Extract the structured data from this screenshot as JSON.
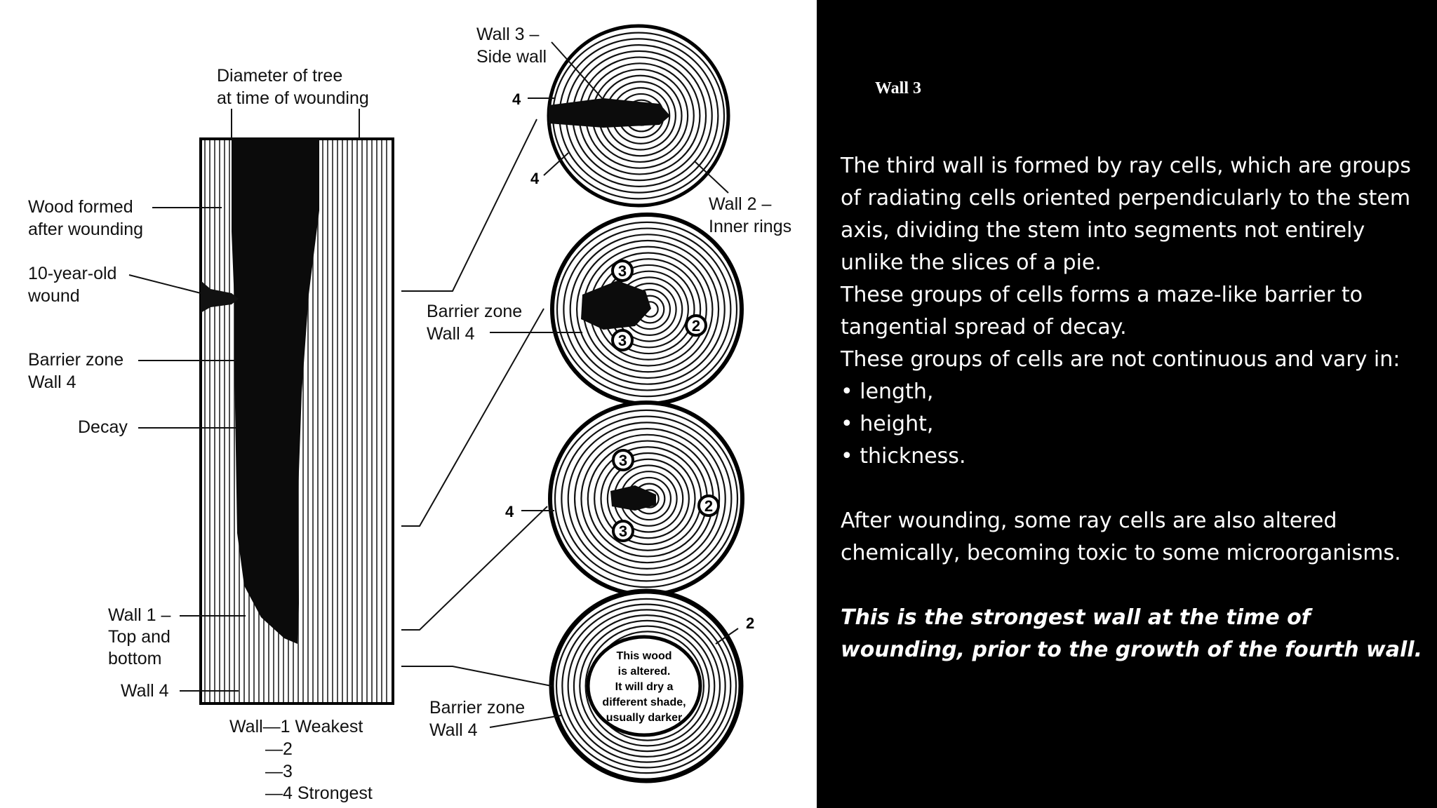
{
  "heading": "Wall 3",
  "diagram": {
    "labels": {
      "diameter_line1": "Diameter of tree",
      "diameter_line2": "at time of wounding",
      "wood_formed_line1": "Wood formed",
      "wood_formed_line2": "after wounding",
      "wound_line1": "10-year-old",
      "wound_line2": "wound",
      "barrier_left_line1": "Barrier zone",
      "barrier_left_line2": "Wall 4",
      "decay": "Decay",
      "wall1_line1": "Wall 1 –",
      "wall1_line2": "Top and",
      "wall1_line3": "bottom",
      "wall4_left": "Wall 4",
      "legend_line1": "Wall—1 Weakest",
      "legend_line2": "—2",
      "legend_line3": "—3",
      "legend_line4": "—4 Strongest",
      "wall3_line1": "Wall 3 –",
      "wall3_line2": "Side wall",
      "wall2_line1": "Wall 2 –",
      "wall2_line2": "Inner rings",
      "barrier_mid_line1": "Barrier zone",
      "barrier_mid_line2": "Wall 4",
      "barrier_bottom_line1": "Barrier zone",
      "barrier_bottom_line2": "Wall 4",
      "num_4_a": "4",
      "num_4_b": "4",
      "num_4_c": "4",
      "num_2_bottom": "2",
      "badge_3_a": "3",
      "badge_3_b": "3",
      "badge_2_a": "2",
      "badge_3_c": "3",
      "badge_3_d": "3",
      "badge_2_b": "2",
      "inner_line1": "This wood",
      "inner_line2": "is altered.",
      "inner_line3": "It will dry a",
      "inner_line4": "different shade,",
      "inner_line5": "usually darker"
    }
  },
  "text": {
    "para1": "The third wall is formed by ray cells, which are groups of radiating cells oriented perpendicularly to the stem axis, dividing the stem into segments not entirely unlike the slices of a pie.",
    "para2": "These groups of cells forms a maze-like barrier to tangential spread of decay.",
    "para3": "These groups of cells are not continuous and vary in:",
    "bullets": [
      "• length,",
      "• height,",
      "• thickness."
    ],
    "para4": "After wounding, some ray cells are also altered chemically, becoming toxic to some microorganisms.",
    "emphasis": "This is the strongest wall at the time of wounding, prior to the growth of the fourth wall."
  }
}
